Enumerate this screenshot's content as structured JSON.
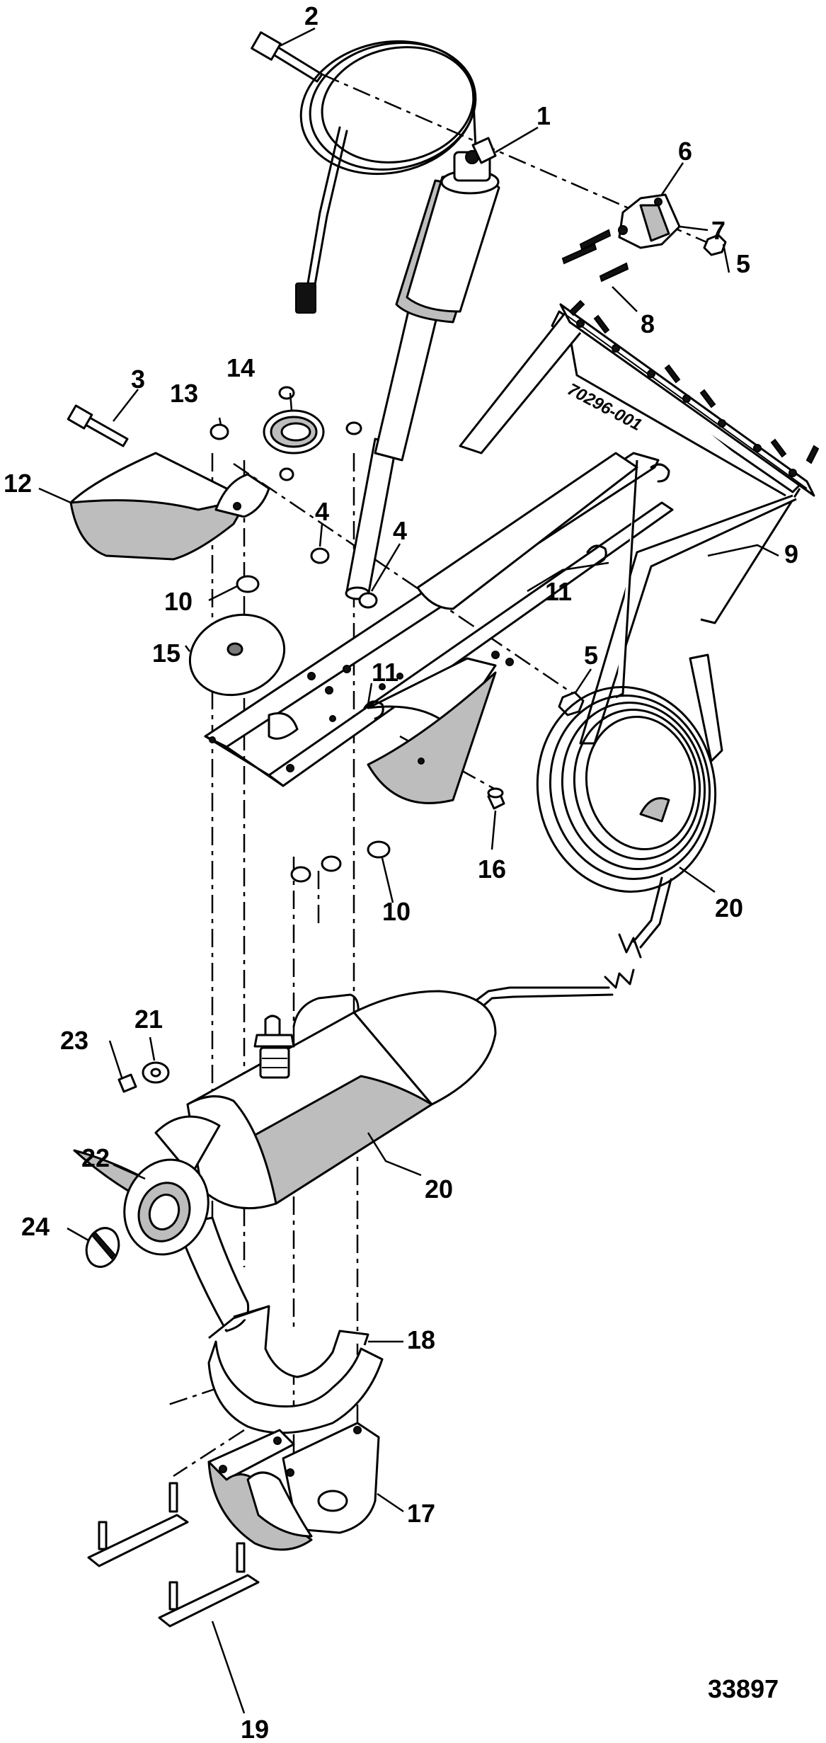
{
  "figure_number": "33897",
  "bracket_stamp": "70296-001",
  "callouts": [
    {
      "id": "c1",
      "label": "1"
    },
    {
      "id": "c2",
      "label": "2"
    },
    {
      "id": "c3",
      "label": "3"
    },
    {
      "id": "c4a",
      "label": "4"
    },
    {
      "id": "c4b",
      "label": "4"
    },
    {
      "id": "c5a",
      "label": "5"
    },
    {
      "id": "c5b",
      "label": "5"
    },
    {
      "id": "c6",
      "label": "6"
    },
    {
      "id": "c7",
      "label": "7"
    },
    {
      "id": "c8",
      "label": "8"
    },
    {
      "id": "c9",
      "label": "9"
    },
    {
      "id": "c10a",
      "label": "10"
    },
    {
      "id": "c10b",
      "label": "10"
    },
    {
      "id": "c11a",
      "label": "11"
    },
    {
      "id": "c11b",
      "label": "11"
    },
    {
      "id": "c12",
      "label": "12"
    },
    {
      "id": "c13",
      "label": "13"
    },
    {
      "id": "c14",
      "label": "14"
    },
    {
      "id": "c15",
      "label": "15"
    },
    {
      "id": "c16",
      "label": "16"
    },
    {
      "id": "c17",
      "label": "17"
    },
    {
      "id": "c18",
      "label": "18"
    },
    {
      "id": "c19",
      "label": "19"
    },
    {
      "id": "c20a",
      "label": "20"
    },
    {
      "id": "c20b",
      "label": "20"
    },
    {
      "id": "c21",
      "label": "21"
    },
    {
      "id": "c22",
      "label": "22"
    },
    {
      "id": "c23",
      "label": "23"
    },
    {
      "id": "c24",
      "label": "24"
    }
  ]
}
